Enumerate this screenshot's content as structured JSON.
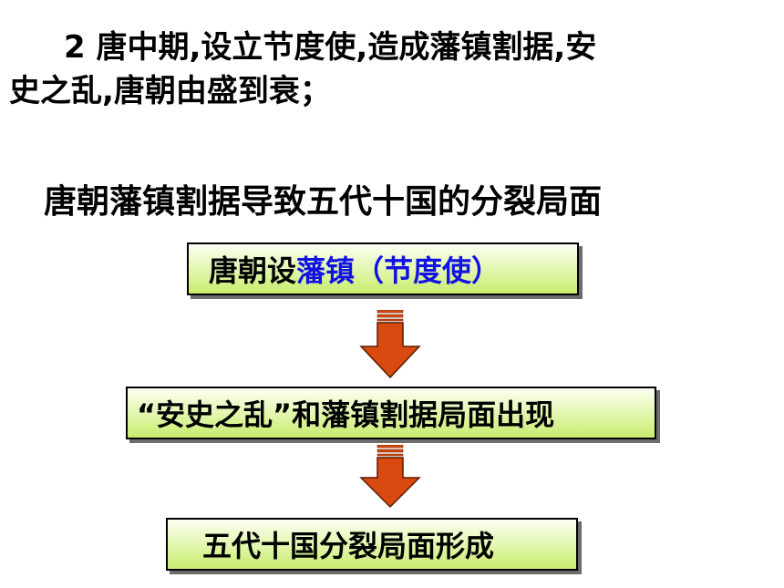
{
  "intro": {
    "line1": "2 唐中期,设立节度使,造成藩镇割据,安",
    "line2": "史之乱,唐朝由盛到衰；"
  },
  "heading": "唐朝藩镇割据导致五代十国的分裂局面",
  "flow": {
    "step1": {
      "prefix": "唐朝设",
      "highlight": "藩镇（节度使）"
    },
    "step2": "“安史之乱”和藩镇割据局面出现",
    "step3": "五代十国分裂局面形成"
  },
  "colors": {
    "arrow": "#d94a10",
    "highlight": "#1212e6",
    "box_fill": "#e6f8b8"
  }
}
